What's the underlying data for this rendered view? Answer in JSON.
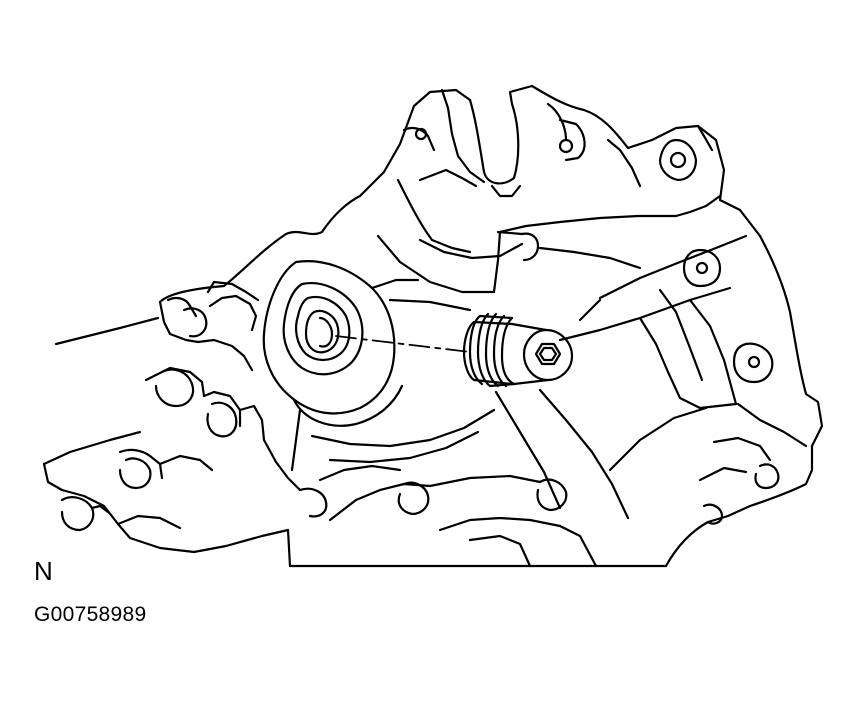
{
  "illustration": {
    "subject": "transaxle-case-plug-removal",
    "line_color": "#000000",
    "background_color": "#ffffff"
  },
  "labels": {
    "view_letter": "N",
    "figure_id": "G00758989"
  }
}
